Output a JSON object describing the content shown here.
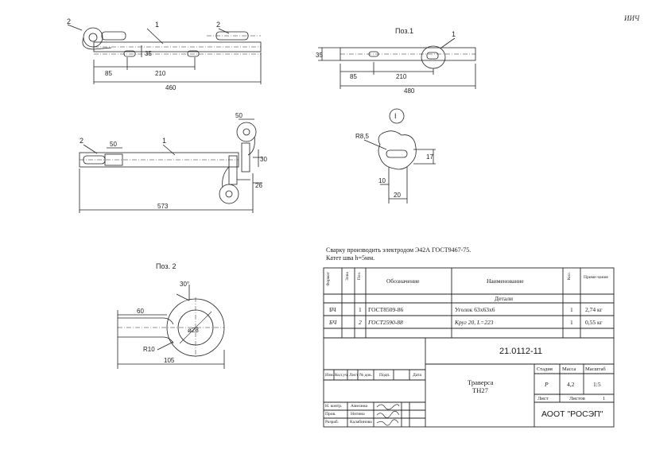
{
  "corner_mark": "ИИЧ",
  "views": {
    "top_view": {
      "labels": [
        "2",
        "1",
        "2"
      ],
      "dims": {
        "slot": "35",
        "a": "85",
        "b": "210",
        "total": "460"
      }
    },
    "pos1": {
      "title": "Поз.1",
      "label": "1",
      "dims": {
        "h": "35",
        "a": "85",
        "b": "210",
        "total": "480"
      }
    },
    "assembly": {
      "labels": [
        "2",
        "1"
      ],
      "dims": {
        "top": "50",
        "left": "50",
        "side": "30",
        "small": "26",
        "total": "573"
      }
    },
    "detail": {
      "marker": "I",
      "dims": {
        "radius": "R8,5",
        "h": "17",
        "off": "10",
        "w": "20"
      }
    },
    "pos2": {
      "title": "Поз. 2",
      "dims": {
        "angle": "30°",
        "dia": "ø28",
        "len": "60",
        "radius": "R10",
        "total": "105"
      }
    }
  },
  "notes": [
    "Сварку производить электродом Э42А ГОСТ9467-75.",
    "Катет шва h=5мм."
  ],
  "spec": {
    "headers": {
      "format": "Формат",
      "zone": "Зона",
      "pos": "Поз.",
      "designation": "Обозначение",
      "name": "Наименование",
      "qty": "Кол.",
      "note": "Приме-чание"
    },
    "section": "Детали",
    "rows": [
      {
        "format": "БЧ",
        "pos": "1",
        "designation": "ГОСТ8509-86",
        "name": "Уголок 63х63х6",
        "qty": "1",
        "note": "2,74 кг"
      },
      {
        "format": "БЧ",
        "pos": "2",
        "designation": "ГОСТ2590-88",
        "name": "Круг 20, L=223",
        "qty": "1",
        "note": "0,55 кг"
      }
    ]
  },
  "title_block": {
    "doc_number": "21.0112-11",
    "name_line1": "Траверса",
    "name_line2": "ТН27",
    "stage_label": "Стадия",
    "mass_label": "Масса",
    "scale_label": "Масштаб",
    "stage": "Р",
    "mass": "4,2",
    "scale": "1:5",
    "sheet_label": "Лист",
    "sheets_label": "Листов",
    "sheets": "1",
    "company": "АООТ \"РОСЭП\"",
    "rev_headers": [
      "Изм.",
      "Кол.уч.",
      "Лист",
      "№ док.",
      "Подп.",
      "Дата"
    ],
    "signers": [
      {
        "role": "Н. контр.",
        "name": "Амелина"
      },
      {
        "role": "Пров.",
        "name": "Нитина"
      },
      {
        "role": "Разраб.",
        "name": "Калабинова"
      }
    ]
  }
}
